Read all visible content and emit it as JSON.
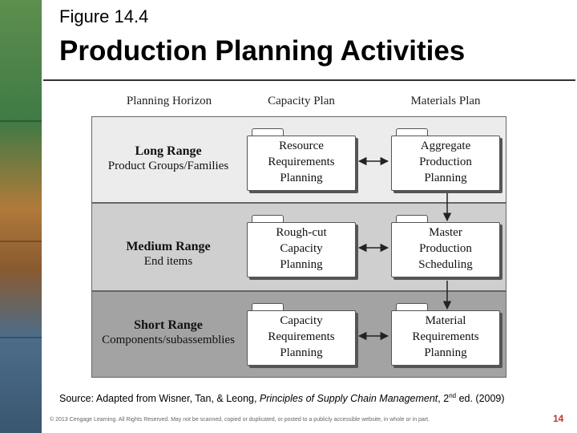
{
  "header": {
    "figure_label": "Figure 14.4",
    "title": "Production Planning Activities"
  },
  "diagram": {
    "columns": [
      "Planning Horizon",
      "Capacity Plan",
      "Materials Plan"
    ],
    "rows": [
      {
        "horizon": "Long Range",
        "scope": "Product Groups/Families",
        "band_color": "#ececec",
        "capacity": [
          "Resource",
          "Requirements",
          "Planning"
        ],
        "materials": [
          "Aggregate",
          "Production",
          "Planning"
        ]
      },
      {
        "horizon": "Medium Range",
        "scope": "End items",
        "band_color": "#cfcfcf",
        "capacity": [
          "Rough-cut",
          "Capacity",
          "Planning"
        ],
        "materials": [
          "Master",
          "Production",
          "Scheduling"
        ]
      },
      {
        "horizon": "Short Range",
        "scope": "Components/subassemblies",
        "band_color": "#a3a3a3",
        "capacity": [
          "Capacity",
          "Requirements",
          "Planning"
        ],
        "materials": [
          "Material",
          "Requirements",
          "Planning"
        ]
      }
    ]
  },
  "footer": {
    "source_prefix": "Source:  Adapted from Wisner, Tan, & Leong, ",
    "source_title": "Principles of Supply Chain Management",
    "source_edition_num": ", 2",
    "source_superscript": "nd",
    "source_suffix": " ed. (2009)",
    "copyright": "© 2013 Cengage Learning. All Rights Reserved. May not be scanned, copied or duplicated, or posted to a publicly accessible website, in whole or in part.",
    "page_number": "14"
  }
}
